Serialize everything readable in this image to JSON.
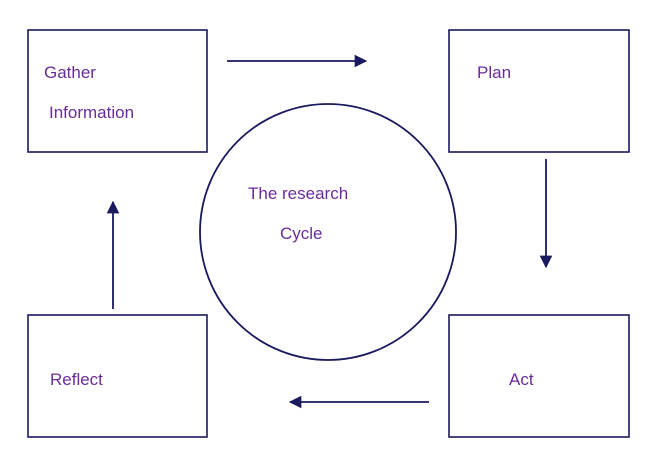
{
  "colors": {
    "stroke": "#1a1a5e",
    "text": "#6a2c9a",
    "background": "#ffffff"
  },
  "boxes": {
    "gather": {
      "line1": "Gather",
      "line2": "Information"
    },
    "plan": {
      "label": "Plan"
    },
    "act": {
      "label": "Act"
    },
    "reflect": {
      "label": "Reflect"
    }
  },
  "center": {
    "line1": "The research",
    "line2": "Cycle"
  }
}
